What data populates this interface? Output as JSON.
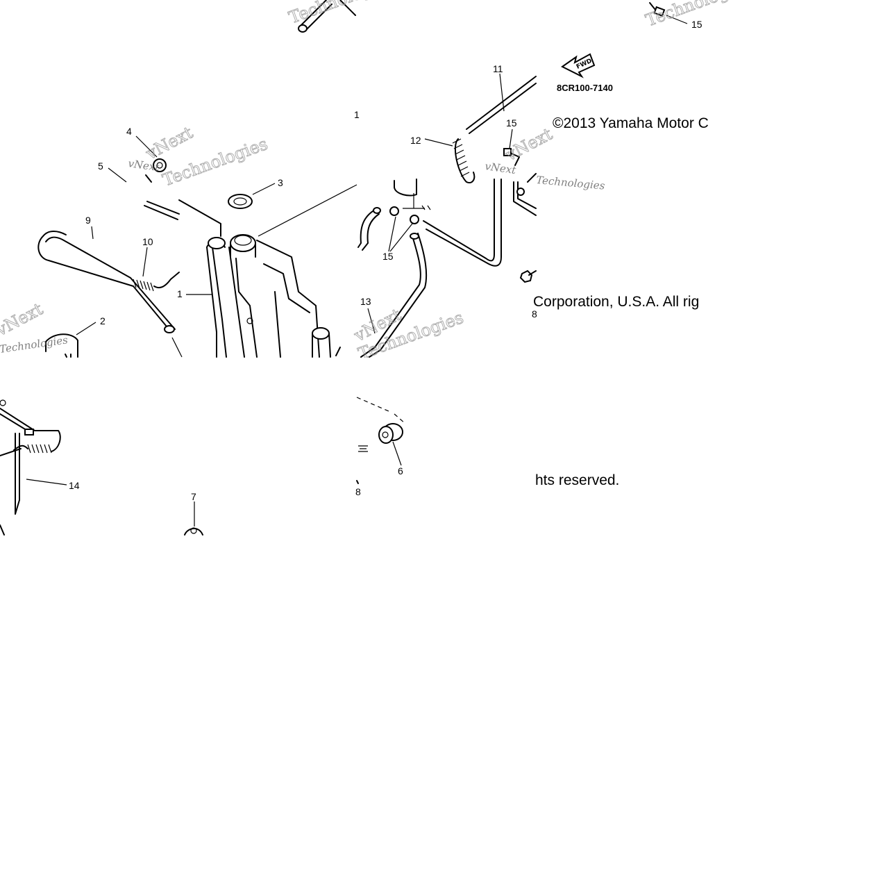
{
  "diagram": {
    "callouts": {
      "c1": "1",
      "c2": "2",
      "c3": "3",
      "c4": "4",
      "c5": "5",
      "c6": "6",
      "c7": "7",
      "c8": "8",
      "c9": "9",
      "c10": "10",
      "c11": "11",
      "c12": "12",
      "c13": "13",
      "c14": "14",
      "c15a": "15",
      "c15b": "15",
      "c15c": "15"
    },
    "part_code": "8CR100-7140",
    "fwd_arrow_label": "FWD",
    "copyright_part1": "©2013 Yamaha Motor C",
    "copyright_part2": "Corporation, U.S.A. All rig",
    "copyright_part3": "hts reserved.",
    "watermark_brand": "vNext",
    "watermark_word": "Technologies"
  }
}
